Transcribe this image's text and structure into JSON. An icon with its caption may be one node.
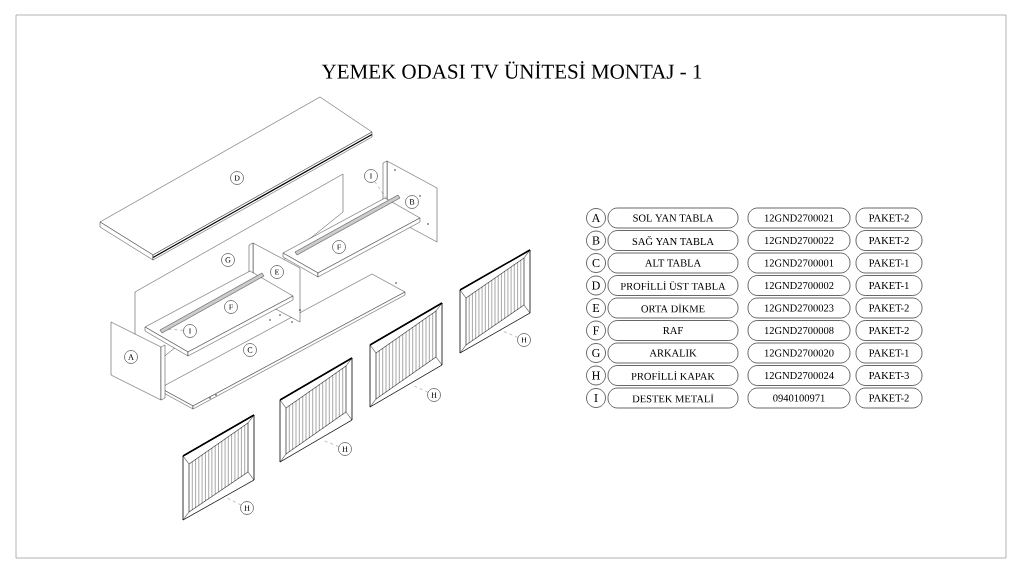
{
  "diagram": {
    "title": "YEMEK ODASI TV ÜNİTESİ MONTAJ - 1",
    "nodes": [
      {
        "text": [
          "D"
        ]
      },
      {
        "text": [
          "I"
        ]
      },
      {
        "text": [
          "B"
        ]
      },
      {
        "text": [
          "F"
        ]
      },
      {
        "text": [
          "G"
        ]
      },
      {
        "text": [
          "E"
        ]
      },
      {
        "text": [
          "F"
        ]
      },
      {
        "text": [
          "I"
        ]
      },
      {
        "text": [
          "A"
        ]
      },
      {
        "text": [
          "C"
        ]
      },
      {
        "text": [
          "H"
        ]
      },
      {
        "text": [
          "H"
        ]
      },
      {
        "text": [
          "H"
        ]
      },
      {
        "text": [
          "H"
        ]
      },
      {
        "text": [
          "A"
        ]
      },
      {
        "text": [
          "SOL YAN TABLA"
        ]
      },
      {
        "text": [
          "12GND2700021"
        ]
      },
      {
        "text": [
          "PAKET-2"
        ]
      },
      {
        "text": [
          "B"
        ]
      },
      {
        "text": [
          "SAĞ YAN TABLA"
        ]
      },
      {
        "text": [
          "12GND2700022"
        ]
      },
      {
        "text": [
          "PAKET-2"
        ]
      },
      {
        "text": [
          "C"
        ]
      },
      {
        "text": [
          "ALT TABLA"
        ]
      },
      {
        "text": [
          "12GND2700001"
        ]
      },
      {
        "text": [
          "PAKET-1"
        ]
      },
      {
        "text": [
          "D"
        ]
      },
      {
        "text": [
          "PROFİLLİ ÜST TABLA"
        ]
      },
      {
        "text": [
          "12GND2700002"
        ]
      },
      {
        "text": [
          "PAKET-1"
        ]
      },
      {
        "text": [
          "E"
        ]
      },
      {
        "text": [
          "ORTA DİKME"
        ]
      },
      {
        "text": [
          "12GND2700023"
        ]
      },
      {
        "text": [
          "PAKET-2"
        ]
      },
      {
        "text": [
          "F"
        ]
      },
      {
        "text": [
          "RAF"
        ]
      },
      {
        "text": [
          "12GND2700008"
        ]
      },
      {
        "text": [
          "PAKET-2"
        ]
      },
      {
        "text": [
          "G"
        ]
      },
      {
        "text": [
          "ARKALIK"
        ]
      },
      {
        "text": [
          "12GND2700020"
        ]
      },
      {
        "text": [
          "PAKET-1"
        ]
      },
      {
        "text": [
          "H"
        ]
      },
      {
        "text": [
          "PROFİLLİ KAPAK"
        ]
      },
      {
        "text": [
          "12GND2700024"
        ]
      },
      {
        "text": [
          "PAKET-3"
        ]
      },
      {
        "text": [
          "I"
        ]
      },
      {
        "text": [
          "DESTEK METALİ"
        ]
      },
      {
        "text": [
          "0940100971"
        ]
      },
      {
        "text": [
          "PAKET-2"
        ]
      },
      {
        "text": [],
        "shape": "bar"
      },
      {
        "text": [],
        "shape": "bar"
      },
      {
        "text": [],
        "shape": "picture"
      },
      {
        "text": [],
        "shape": "picture"
      },
      {
        "text": [],
        "shape": "picture"
      },
      {
        "text": [],
        "shape": "picture"
      }
    ],
    "edges": [
      {
        "from": 1,
        "to": 50,
        "arrow": "none",
        "style": "dashed"
      },
      {
        "from": 7,
        "to": 51,
        "arrow": "none",
        "style": "dashed"
      },
      {
        "from": 10,
        "to": 52,
        "arrow": "none",
        "style": "dashed"
      },
      {
        "from": 11,
        "to": 53,
        "arrow": "none",
        "style": "dashed"
      },
      {
        "from": 12,
        "to": 54,
        "arrow": "none",
        "style": "dashed"
      },
      {
        "from": 13,
        "to": 55,
        "arrow": "none",
        "style": "dashed"
      }
    ]
  }
}
